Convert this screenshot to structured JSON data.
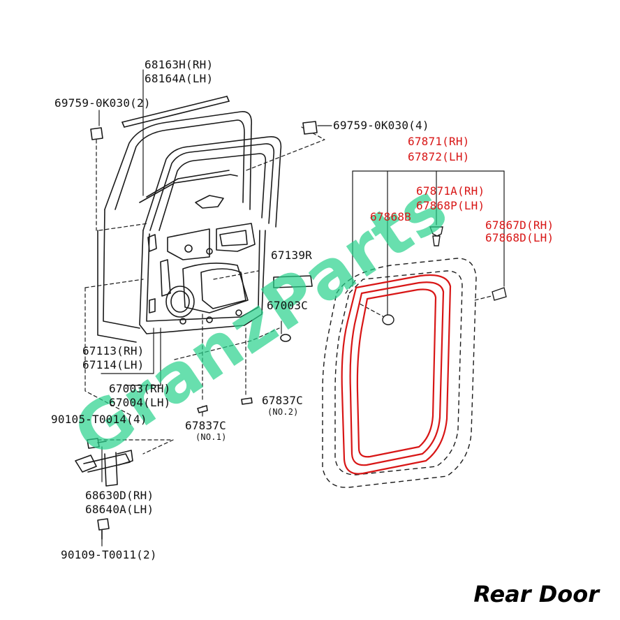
{
  "diagram": {
    "caption": "Rear Door",
    "watermark": "GranzParts",
    "colors": {
      "line": "#1a1a1a",
      "highlight": "#d81616",
      "watermark": "#28d28c"
    },
    "labels": {
      "moulding_rh": "68163H(RH)",
      "moulding_lh": "68164A(LH)",
      "clip_top_left": "69759-0K030(2)",
      "clip_top_right": "69759-0K030(4)",
      "weatherstrip_rh": "67871(RH)",
      "weatherstrip_lh": "67872(LH)",
      "clip_a_rh": "67871A(RH)",
      "clip_a_lh": "67868P(LH)",
      "clip_b": "67868B",
      "clip_d_rh": "67867D(RH)",
      "clip_d_lh": "67868D(LH)",
      "pad": "67139R",
      "plug": "67003C",
      "panel_rh": "67113(RH)",
      "panel_lh": "67114(LH)",
      "panel2_rh": "67003(RH)",
      "panel2_lh": "67004(LH)",
      "bolt_top": "90105-T0014(4)",
      "hole_cover_1": "67837C",
      "hole_cover_1_note": "(NO.1)",
      "hole_cover_2": "67837C",
      "hole_cover_2_note": "(NO.2)",
      "check_rh": "68630D(RH)",
      "check_lh": "68640A(LH)",
      "bolt_bottom": "90109-T0011(2)"
    }
  }
}
